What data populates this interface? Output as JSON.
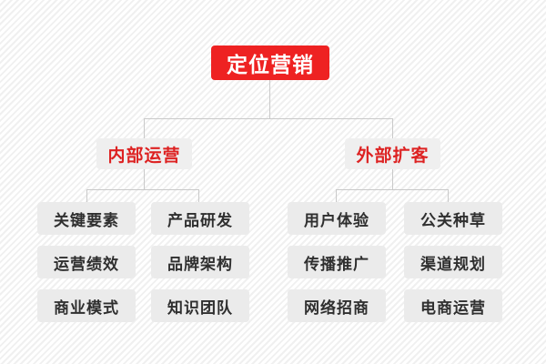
{
  "diagram": {
    "type": "org-chart",
    "title": "定位营销",
    "palette": {
      "root_bg": "#ee2222",
      "root_text": "#ffffff",
      "branch_bg": "#efefef",
      "branch_text": "#dd2222",
      "leaf_bg": "#ebebeb",
      "leaf_text": "#2f2f2f",
      "connector": "#c9c9c9",
      "page_bg": "#ffffff",
      "stripe": "#f0f0f0"
    },
    "root": {
      "label": "定位营销"
    },
    "branches": [
      {
        "label": "内部运营",
        "columns": [
          {
            "items": [
              {
                "label": "关键要素"
              },
              {
                "label": "运营绩效"
              },
              {
                "label": "商业模式"
              }
            ]
          },
          {
            "items": [
              {
                "label": "产品研发"
              },
              {
                "label": "品牌架构"
              },
              {
                "label": "知识团队"
              }
            ]
          }
        ]
      },
      {
        "label": "外部扩客",
        "columns": [
          {
            "items": [
              {
                "label": "用户体验"
              },
              {
                "label": "传播推广"
              },
              {
                "label": "网络招商"
              }
            ]
          },
          {
            "items": [
              {
                "label": "公关种草"
              },
              {
                "label": "渠道规划"
              },
              {
                "label": "电商运营"
              }
            ]
          }
        ]
      }
    ]
  }
}
